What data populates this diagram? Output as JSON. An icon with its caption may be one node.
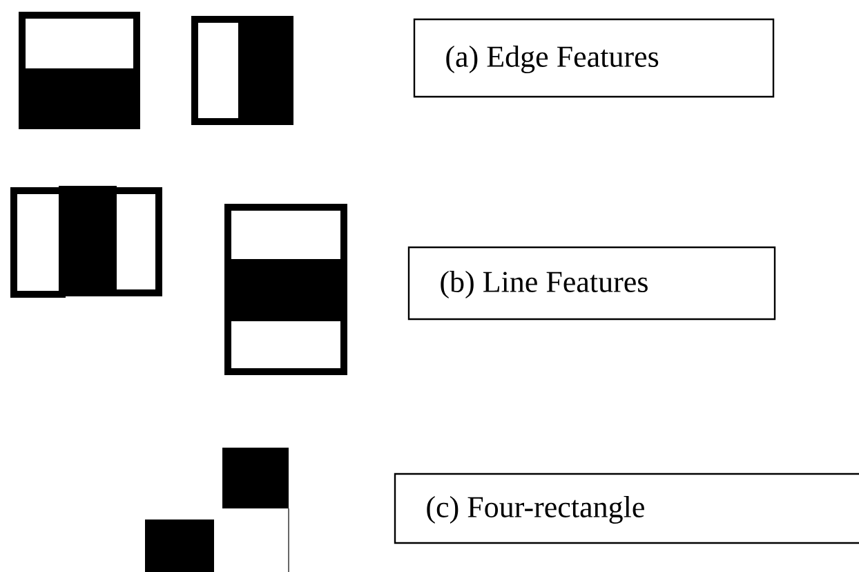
{
  "diagram": {
    "nodes": [
      {
        "text": [
          "(a) Edge Features"
        ]
      },
      {
        "text": [
          "(b) Line Features"
        ]
      },
      {
        "text": [
          "(c) Four-rectangle"
        ]
      }
    ]
  }
}
